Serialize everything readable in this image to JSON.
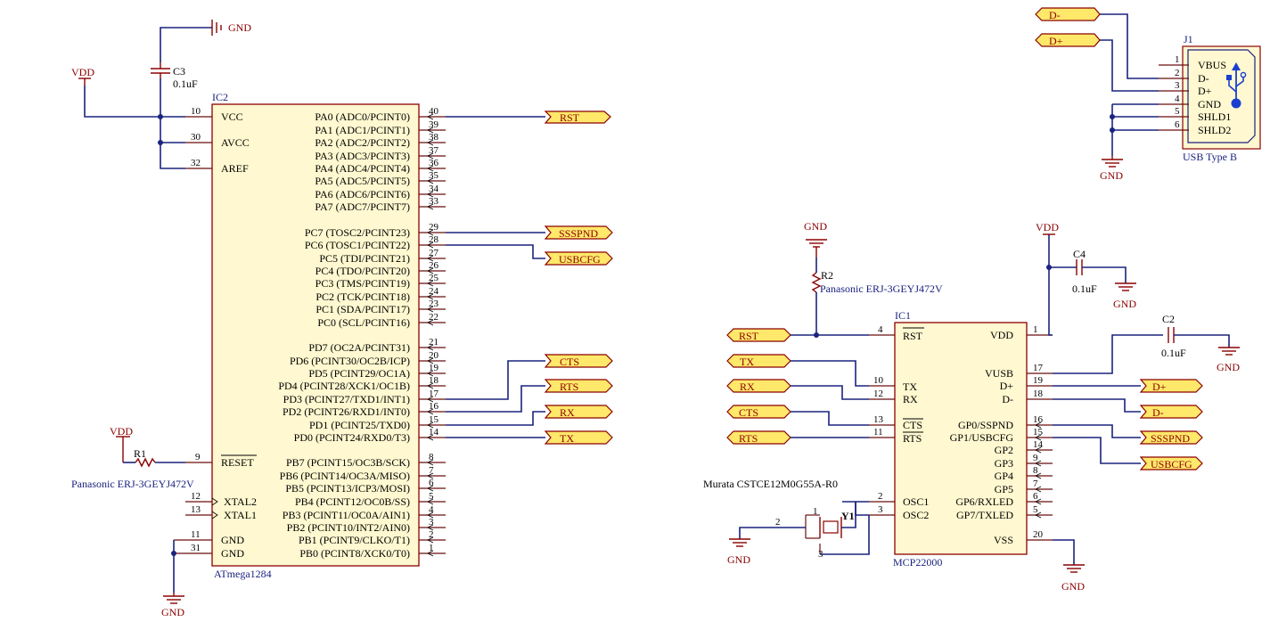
{
  "ic2": {
    "ref": "IC2",
    "value": "ATmega1284",
    "left_pins": [
      {
        "num": "10",
        "name": "VCC"
      },
      {
        "num": "30",
        "name": "AVCC"
      },
      {
        "num": "32",
        "name": "AREF"
      },
      {
        "num": "9",
        "name": "RESET"
      },
      {
        "num": "12",
        "name": "XTAL2"
      },
      {
        "num": "13",
        "name": "XTAL1"
      },
      {
        "num": "11",
        "name": "GND"
      },
      {
        "num": "31",
        "name": "GND"
      }
    ],
    "right_pins": [
      {
        "num": "40",
        "name": "PA0 (ADC0/PCINT0)"
      },
      {
        "num": "39",
        "name": "PA1 (ADC1/PCINT1)"
      },
      {
        "num": "38",
        "name": "PA2 (ADC2/PCINT2)"
      },
      {
        "num": "37",
        "name": "PA3 (ADC3/PCINT3)"
      },
      {
        "num": "36",
        "name": "PA4 (ADC4/PCINT4)"
      },
      {
        "num": "35",
        "name": "PA5 (ADC5/PCINT5)"
      },
      {
        "num": "34",
        "name": "PA6 (ADC6/PCINT6)"
      },
      {
        "num": "33",
        "name": "PA7 (ADC7/PCINT7)"
      },
      {
        "num": "29",
        "name": "PC7 (TOSC2/PCINT23)"
      },
      {
        "num": "28",
        "name": "PC6 (TOSC1/PCINT22)"
      },
      {
        "num": "27",
        "name": "PC5 (TDI/PCINT21)"
      },
      {
        "num": "26",
        "name": "PC4 (TDO/PCINT20)"
      },
      {
        "num": "25",
        "name": "PC3 (TMS/PCINT19)"
      },
      {
        "num": "24",
        "name": "PC2 (TCK/PCINT18)"
      },
      {
        "num": "23",
        "name": "PC1 (SDA/PCINT17)"
      },
      {
        "num": "22",
        "name": "PC0 (SCL/PCINT16)"
      },
      {
        "num": "21",
        "name": "PD7 (OC2A/PCINT31)"
      },
      {
        "num": "20",
        "name": "PD6 (PCINT30/OC2B/ICP)"
      },
      {
        "num": "19",
        "name": "PD5 (PCINT29/OC1A)"
      },
      {
        "num": "18",
        "name": "PD4 (PCINT28/XCK1/OC1B)"
      },
      {
        "num": "17",
        "name": "PD3 (PCINT27/TXD1/INT1)"
      },
      {
        "num": "16",
        "name": "PD2 (PCINT26/RXD1/INT0)"
      },
      {
        "num": "15",
        "name": "PD1 (PCINT25/TXD0)"
      },
      {
        "num": "14",
        "name": "PD0 (PCINT24/RXD0/T3)"
      },
      {
        "num": "8",
        "name": "PB7 (PCINT15/OC3B/SCK)"
      },
      {
        "num": "7",
        "name": "PB6 (PCINT14/OC3A/MISO)"
      },
      {
        "num": "6",
        "name": "PB5 (PCINT13/ICP3/MOSI)"
      },
      {
        "num": "5",
        "name": "PB4 (PCINT12/OC0B/SS)"
      },
      {
        "num": "4",
        "name": "PB3 (PCINT11/OC0A/AIN1)"
      },
      {
        "num": "3",
        "name": "PB2 (PCINT10/INT2/AIN0)"
      },
      {
        "num": "2",
        "name": "PB1 (PCINT9/CLKO/T1)"
      },
      {
        "num": "1",
        "name": "PB0 (PCINT8/XCK0/T0)"
      }
    ]
  },
  "ic1": {
    "ref": "IC1",
    "value": "MCP22000",
    "left_pins": [
      {
        "num": "4",
        "name": "RST"
      },
      {
        "num": "10",
        "name": "TX"
      },
      {
        "num": "12",
        "name": "RX"
      },
      {
        "num": "13",
        "name": "CTS"
      },
      {
        "num": "11",
        "name": "RTS"
      },
      {
        "num": "2",
        "name": "OSC1"
      },
      {
        "num": "3",
        "name": "OSC2"
      }
    ],
    "right_pins": [
      {
        "num": "1",
        "name": "VDD"
      },
      {
        "num": "17",
        "name": "VUSB"
      },
      {
        "num": "19",
        "name": "D+"
      },
      {
        "num": "18",
        "name": "D-"
      },
      {
        "num": "16",
        "name": "GP0/SSPND"
      },
      {
        "num": "15",
        "name": "GP1/USBCFG"
      },
      {
        "num": "14",
        "name": "GP2"
      },
      {
        "num": "9",
        "name": "GP3"
      },
      {
        "num": "8",
        "name": "GP4"
      },
      {
        "num": "7",
        "name": "GP5"
      },
      {
        "num": "6",
        "name": "GP6/RXLED"
      },
      {
        "num": "5",
        "name": "GP7/TXLED"
      },
      {
        "num": "20",
        "name": "VSS"
      }
    ]
  },
  "j1": {
    "ref": "J1",
    "value": "USB  Type B",
    "pins": [
      {
        "num": "1",
        "name": "VBUS"
      },
      {
        "num": "2",
        "name": "D-"
      },
      {
        "num": "3",
        "name": "D+"
      },
      {
        "num": "4",
        "name": "GND"
      },
      {
        "num": "5",
        "name": "SHLD1"
      },
      {
        "num": "6",
        "name": "SHLD2"
      }
    ]
  },
  "components": {
    "c3": {
      "ref": "C3",
      "value": "0.1uF"
    },
    "c4": {
      "ref": "C4",
      "value": "0.1uF"
    },
    "c2": {
      "ref": "C2",
      "value": "0.1uF"
    },
    "r1": {
      "ref": "R1",
      "value": "Panasonic ERJ-3GEYJ472V"
    },
    "r2": {
      "ref": "R2",
      "value": "Panasonic ERJ-3GEYJ472V"
    },
    "y1": {
      "ref": "Y1",
      "value": "Murata CSTCE12M0G55A-R0",
      "pin_left": "2",
      "pin_top": "1",
      "pin_bottom": "3"
    }
  },
  "power": {
    "vdd": "VDD",
    "gnd": "GND"
  },
  "nets": {
    "rst": "RST",
    "ssspnd": "SSSPND",
    "usbcfg": "USBCFG",
    "cts": "CTS",
    "rts": "RTS",
    "rx": "RX",
    "tx": "TX",
    "dplus": "D+",
    "dminus": "D-"
  },
  "colors": {
    "wire": "#1a237e",
    "component": "#8b0000",
    "body_fill": "#fff8d0",
    "port_fill": "#ffe86a"
  }
}
